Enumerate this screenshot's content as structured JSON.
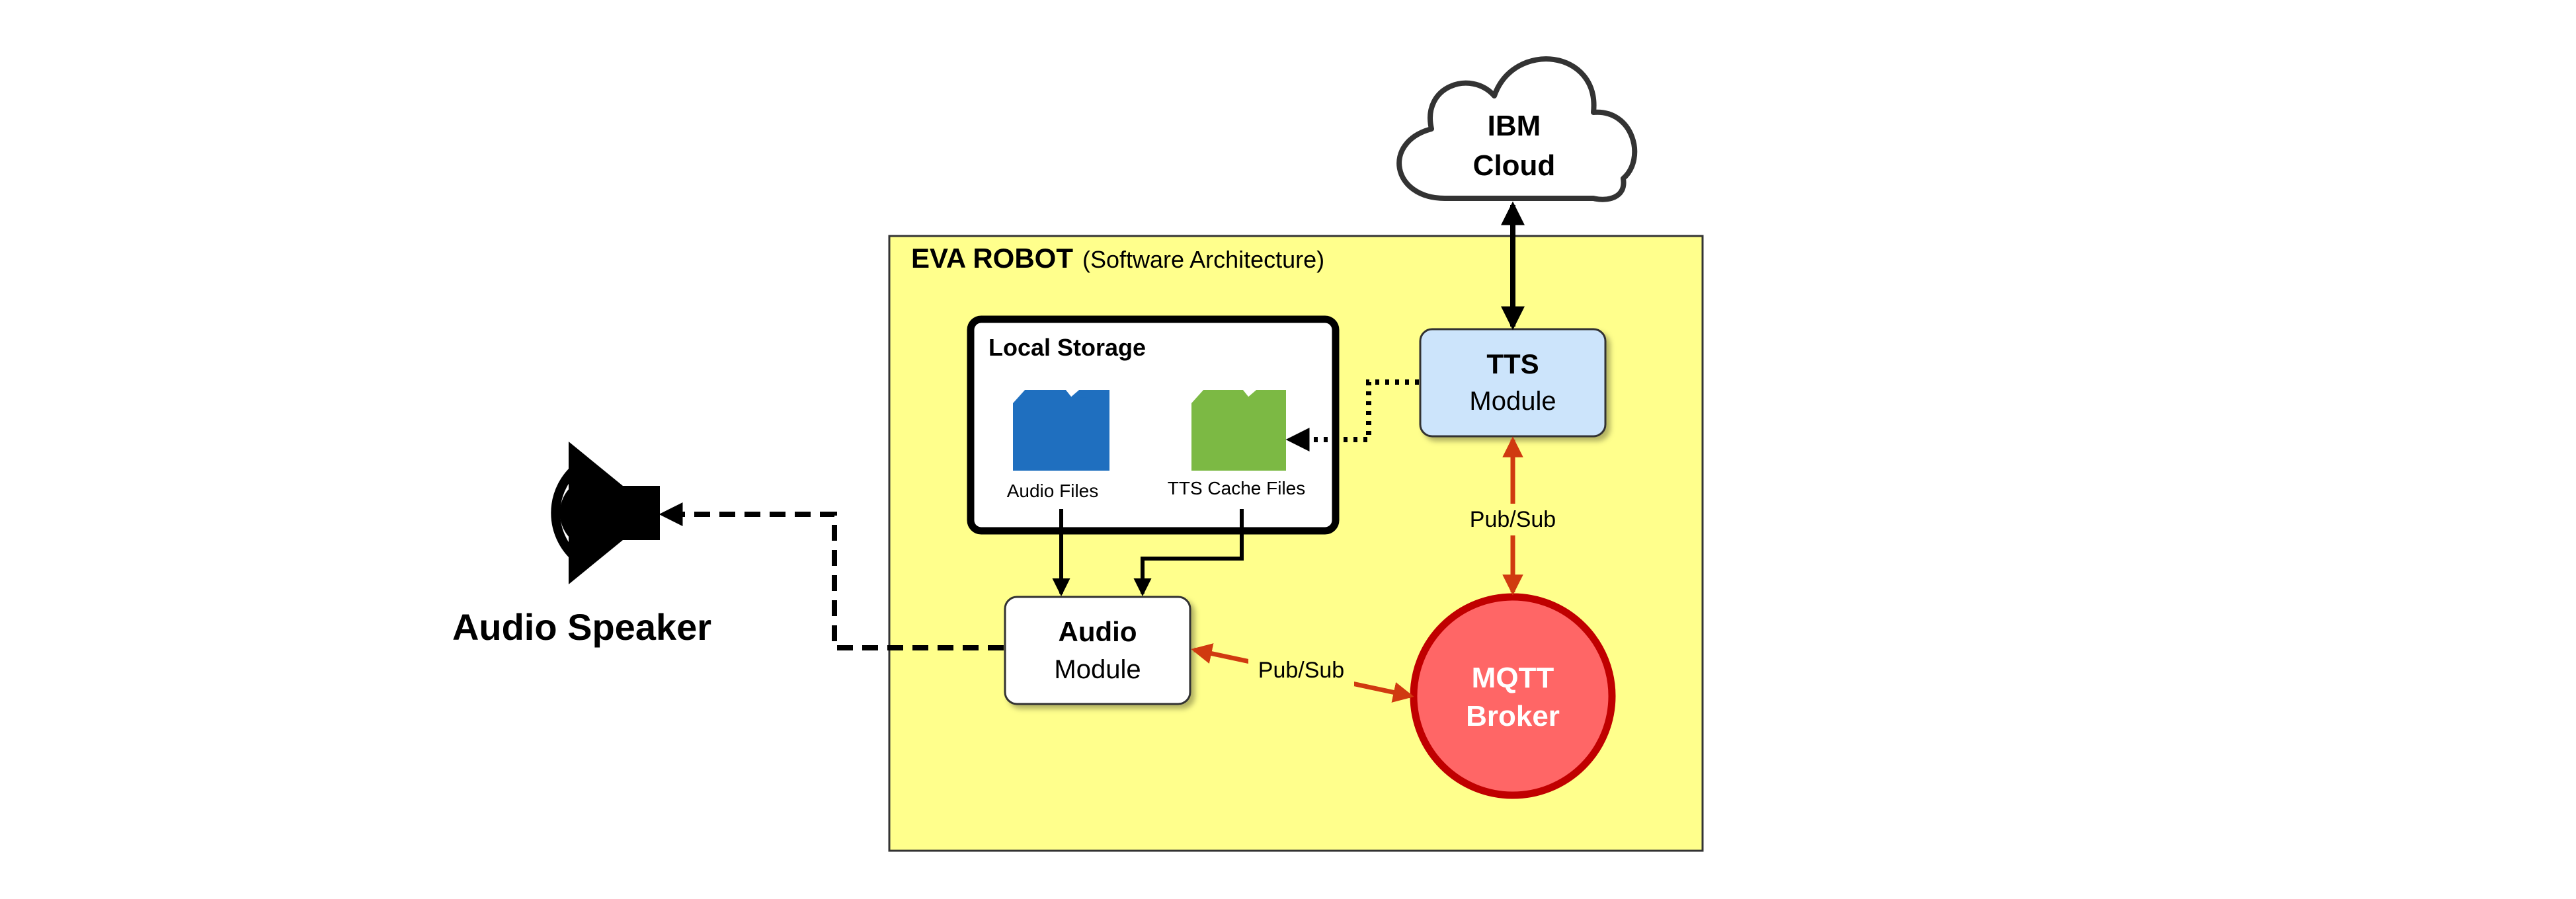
{
  "cloud": {
    "line1": "IBM",
    "line2": "Cloud"
  },
  "robot": {
    "title": "EVA ROBOT",
    "subtitle": "(Software Architecture)"
  },
  "storage": {
    "title": "Local Storage",
    "audio_files": "Audio Files",
    "tts_cache": "TTS Cache Files"
  },
  "tts": {
    "line1": "TTS",
    "line2": "Module"
  },
  "audio": {
    "line1": "Audio",
    "line2": "Module"
  },
  "mqtt": {
    "line1": "MQTT",
    "line2": "Broker"
  },
  "links": {
    "tts_pubsub": "Pub/Sub",
    "audio_pubsub": "Pub/Sub"
  },
  "speaker": {
    "label": "Audio Speaker"
  },
  "colors": {
    "robot_fill": "#ffff8c",
    "tts_fill": "#cce4fb",
    "mqtt_fill": "#ff6666",
    "mqtt_stroke": "#c00000",
    "pubsub_arrow": "#d03a10",
    "folder_blue": "#1f6fbf",
    "folder_green": "#7cb944"
  }
}
